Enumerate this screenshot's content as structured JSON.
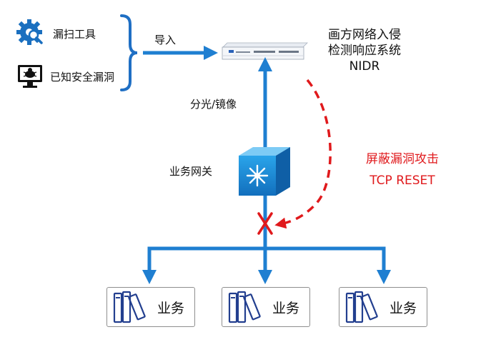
{
  "tools": {
    "scan_label": "漏扫工具",
    "vuln_label": "已知安全漏洞"
  },
  "import_label": "导入",
  "nidr": {
    "line1": "画方网络入侵",
    "line2": "检测响应系统",
    "line3": "NIDR"
  },
  "mirror_label": "分光/镜像",
  "gateway_label": "业务网关",
  "attack": {
    "line1": "屏蔽漏洞攻击",
    "line2": "TCP RESET"
  },
  "business_nodes": [
    {
      "label": "业务"
    },
    {
      "label": "业务"
    },
    {
      "label": "业务"
    }
  ],
  "colors": {
    "flow_blue": "#1f7fd1",
    "bracket_blue": "#1f6fc4",
    "attack_red": "#e0191c",
    "icon_blue": "#1a6fbf",
    "gateway_blue": "#1b8fd9"
  }
}
